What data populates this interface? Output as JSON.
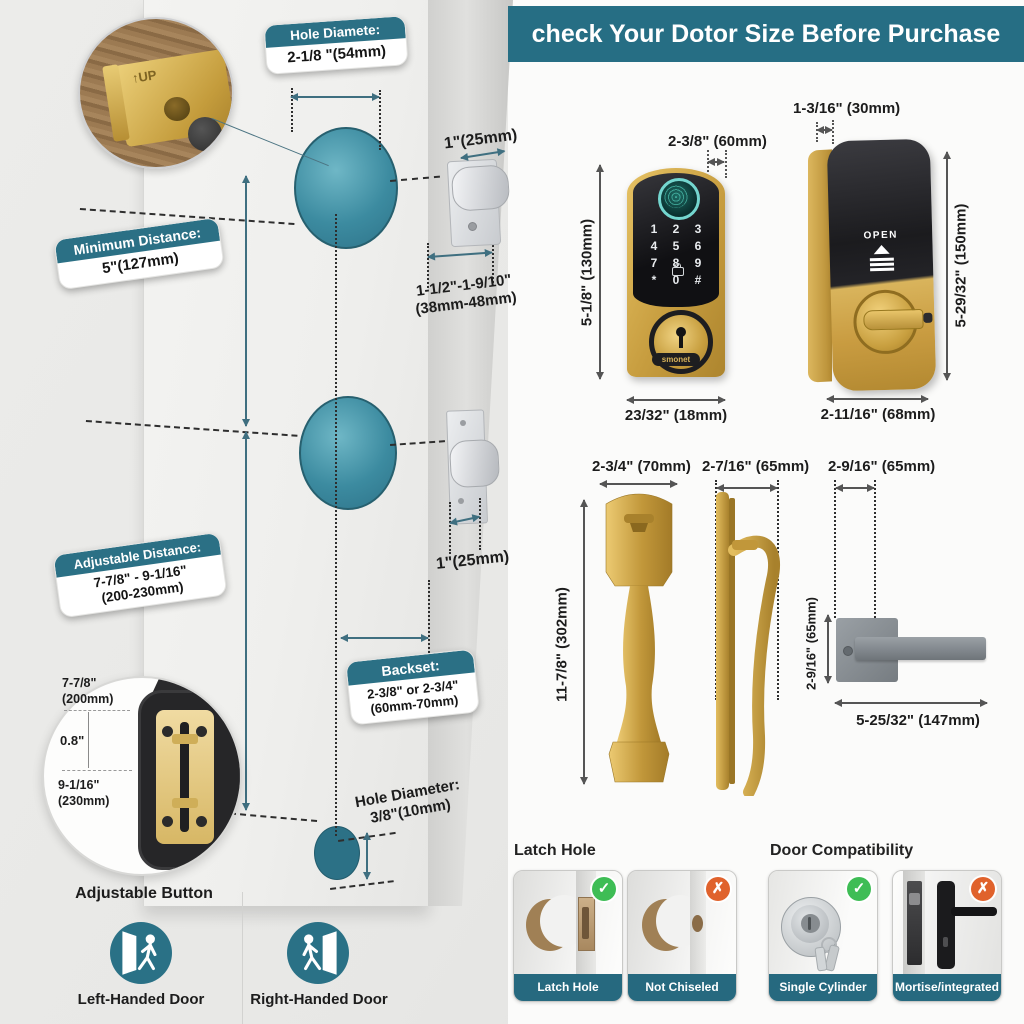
{
  "colors": {
    "accent_teal": "#2b7085",
    "banner_teal": "#266e84",
    "gold": "#c79d3f",
    "ok_green": "#3ebd55",
    "no_orange": "#e0622c",
    "hole_teal": "#3c8ba0"
  },
  "banner": {
    "title": "check Your Dotor Size Before Purchase"
  },
  "door": {
    "badges": {
      "hole_top": {
        "title": "Hole Diamete:",
        "value": "2-1/8 \"(54mm)"
      },
      "min_distance": {
        "title": "Minimum Distance:",
        "value": "5\"(127mm)"
      },
      "adjustable": {
        "title": "Adjustable Distance:",
        "line1": "7-7/8\" - 9-1/16\"",
        "line2": "(200-230mm)"
      },
      "backset": {
        "title": "Backset:",
        "line1": "2-3/8\" or 2-3/4\"",
        "line2": "(60mm-70mm)"
      }
    },
    "labels": {
      "latch_top": "1\"(25mm)",
      "thickness1": "1-1/2\"-1-9/10\"",
      "thickness2": "(38mm-48mm)",
      "latch_bottom": "1\"(25mm)",
      "hole_bottom1": "Hole Diameter:",
      "hole_bottom2": "3/8\"(10mm)",
      "inset_up": "UP"
    },
    "adjustable_button": {
      "top1": "7-7/8\"",
      "top2": "(200mm)",
      "mid": "0.8\"",
      "bottom1": "9-1/16\"",
      "bottom2": "(230mm)",
      "caption": "Adjustable Button"
    },
    "door_types": {
      "left": "Left-Handed Door",
      "right": "Right-Handed Door"
    }
  },
  "products": {
    "keypad": {
      "width": "2-3/8\" (60mm)",
      "height": "5-1/8\" (130mm)",
      "depth": "23/32\" (18mm)",
      "brand": "smonet",
      "keys": [
        "1",
        "2",
        "3",
        "4",
        "5",
        "6",
        "7",
        "8",
        "9",
        "*",
        "0",
        "#"
      ]
    },
    "interior": {
      "depth": "1-3/16\" (30mm)",
      "height": "5-29/32\" (150mm)",
      "width": "2-11/16\" (68mm)",
      "open": "OPEN"
    },
    "handle_front": {
      "width": "2-3/4\" (70mm)",
      "height": "11-7/8\" (302mm)"
    },
    "handle_side": {
      "depth": "2-7/16\" (65mm)"
    },
    "lever": {
      "depth": "2-9/16\" (65mm)",
      "height": "2-9/16\" (65mm)",
      "length": "5-25/32\" (147mm)"
    }
  },
  "compatibility": {
    "latch_title": "Latch Hole",
    "door_title": "Door Compatibility",
    "cards": [
      {
        "label": "Latch Hole",
        "status": "ok"
      },
      {
        "label": "Not Chiseled",
        "status": "no"
      },
      {
        "label": "Single Cylinder",
        "status": "ok"
      },
      {
        "label": "Mortise/integrated",
        "status": "no"
      }
    ]
  },
  "icons": {
    "check": "✓",
    "cross": "✗"
  }
}
